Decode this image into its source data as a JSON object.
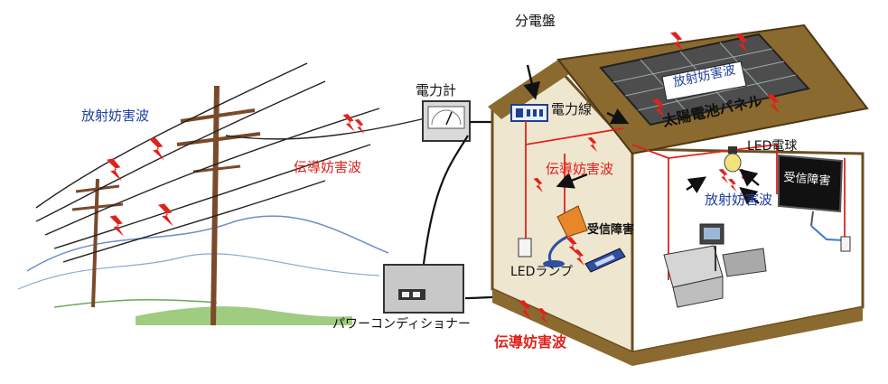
{
  "labels": {
    "radiated_noise_poles": "放射妨害波",
    "conducted_noise_line": "伝導妨害波",
    "power_meter": "電力計",
    "distribution_board": "分電盤",
    "power_line": "電力線",
    "solar_panel": "太陽電池パネル",
    "radiated_noise_roof": "放射妨害波",
    "conducted_noise_house": "伝導妨害波",
    "led_bulb": "LED電球",
    "reception_interference_tv": "受信障害",
    "radiated_noise_room": "放射妨害波",
    "reception_interference_phone": "受信障害",
    "led_lamp": "LEDランプ",
    "power_conditioner": "パワーコンディショナー",
    "conducted_noise_ground": "伝導妨害波"
  },
  "colors": {
    "noise_red": "#e0221c",
    "label_blue": "#1f3f9c",
    "roof_brown": "#8b6a2f",
    "wall_beige": "#efe6cf",
    "wiring_red": "#e0221c"
  },
  "icons": {
    "noise": "lightning-bolt-icon",
    "direction": "arrow-icon"
  }
}
